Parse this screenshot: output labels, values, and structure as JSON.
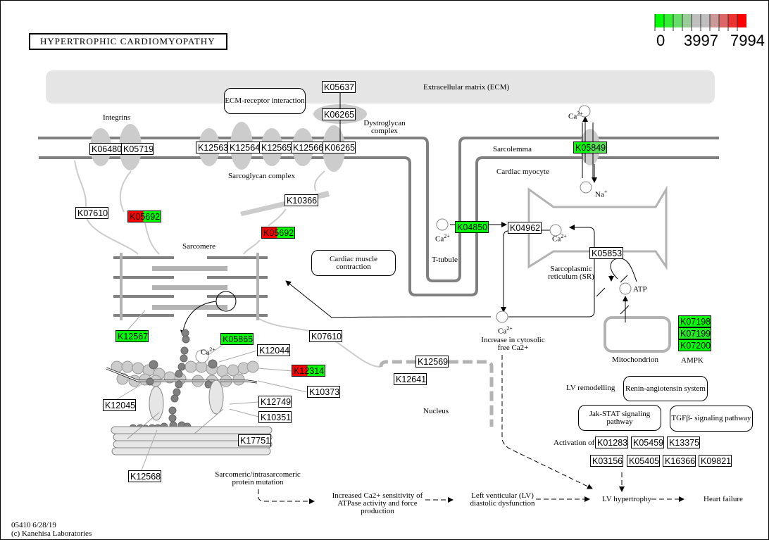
{
  "title": "HYPERTROPHIC CARDIOMYOPATHY",
  "legend": {
    "min": "0",
    "mid": "3997",
    "max": "7994",
    "colors": [
      "#00ff00",
      "#33ee33",
      "#66dd66",
      "#99cc99",
      "#bfbfbf",
      "#bfbfbf",
      "#cc9999",
      "#dd6666",
      "#ee3333",
      "#ff0000"
    ]
  },
  "labels": {
    "ecm": "Extracellular matrix (ECM)",
    "integrins": "Integrins",
    "dystroglycan": "Dystroglycan complex",
    "sarcoglycan": "Sarcoglycan complex",
    "sarcolemma": "Sarcolemma",
    "cardiac_myocyte": "Cardiac myocyte",
    "sarcomere": "Sarcomere",
    "t_tubule": "T-tubule",
    "sr": "Sarcoplasmic reticulum (SR)",
    "atp": "ATP",
    "mitochondrion": "Mitochondrion",
    "ampk": "AMPK",
    "nucleus": "Nucleus",
    "ca": "Ca",
    "ca_charge": "2+",
    "na": "Na",
    "na_charge": "+",
    "increase_ca": "Increase in cytosolic free Ca2+",
    "lv_remodelling": "LV remodelling",
    "activation_of": "Activation of :",
    "mutation": "Sarcomeric/intrasarcomeric protein mutation",
    "increased_sensitivity": "Increased Ca2+ sensitivity of ATPase activity and force production",
    "lv_diastolic": "Left venticular (LV) diastolic dysfunction",
    "lv_hypertrophy": "LV hypertrophy",
    "heart_failure": "Heart failure",
    "footer_id": "05410 6/28/19",
    "footer_copy": "(c) Kanehisa Laboratories"
  },
  "pathways": {
    "ecm_receptor": "ECM-receptor interaction",
    "cardiac_muscle": "Cardiac muscle contraction",
    "renin": "Renin-angiotensin system",
    "jak_stat": "Jak-STAT signaling pathway",
    "tgfb": "TGFβ- signaling pathway"
  },
  "genes": {
    "K05637": "K05637",
    "K06265a": "K06265",
    "K06480": "K06480",
    "K05719": "K05719",
    "K12563": "K12563",
    "K12564": "K12564",
    "K12565": "K12565",
    "K12566": "K12566",
    "K06265b": "K06265",
    "K07610a": "K07610",
    "K05692a": "K05692",
    "K10366": "K10366",
    "K05692b": "K05692",
    "K05849": "K05849",
    "K04850": "K04850",
    "K04962": "K04962",
    "K05853": "K05853",
    "K12567": "K12567",
    "K05865": "K05865",
    "K12044": "K12044",
    "K12314": "K12314",
    "K10373": "K10373",
    "K12045": "K12045",
    "K12749": "K12749",
    "K10351": "K10351",
    "K17751": "K17751",
    "K12568": "K12568",
    "K07610b": "K07610",
    "K12569": "K12569",
    "K12641": "K12641",
    "K07198": "K07198",
    "K07199": "K07199",
    "K07200": "K07200",
    "K01283": "K01283",
    "K05459": "K05459",
    "K13375": "K13375",
    "K03156": "K03156",
    "K05405": "K05405",
    "K16366": "K16366",
    "K09821": "K09821"
  }
}
